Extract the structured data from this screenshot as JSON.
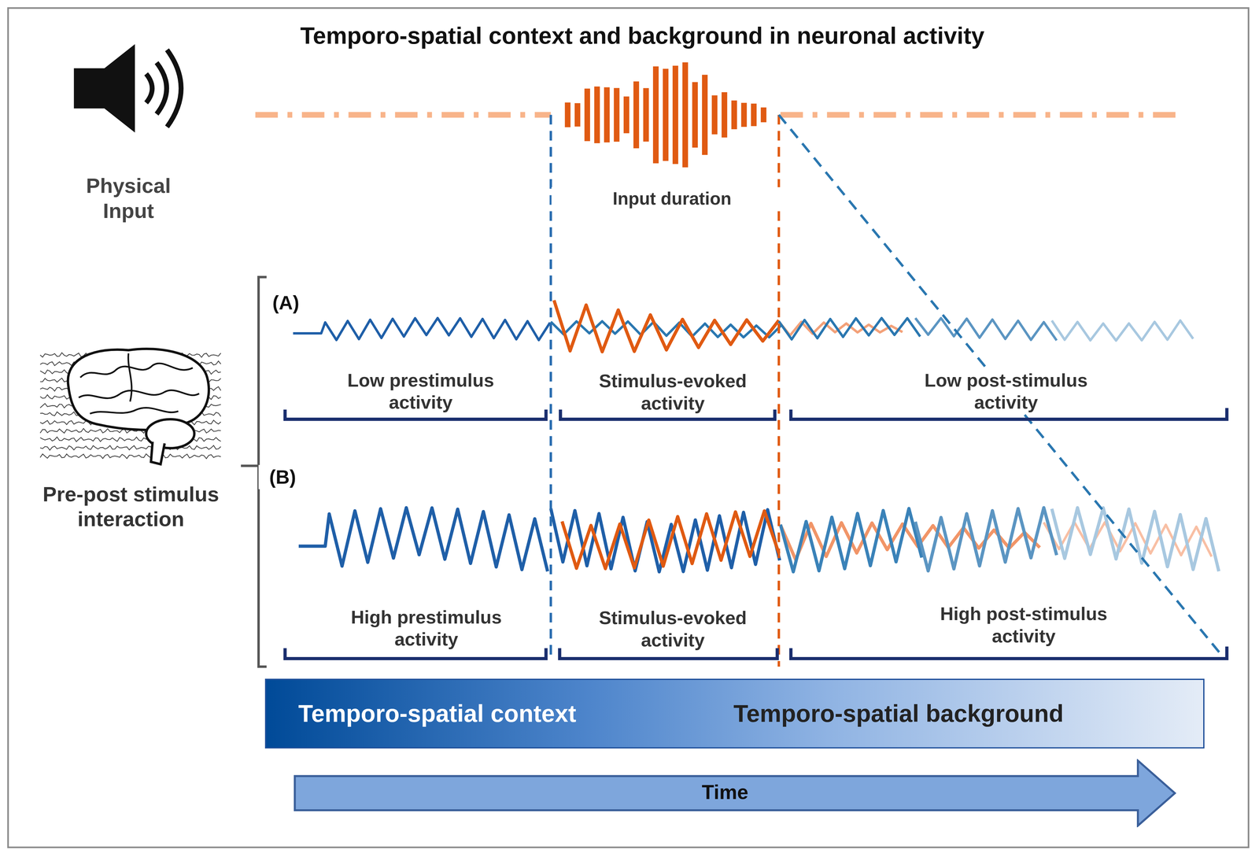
{
  "diagram": {
    "title": "Temporo-spatial context and background in neuronal activity",
    "nodes": [
      {
        "text": [
          "Temporo-spatial context",
          "Temporo-spatial background"
        ]
      },
      {
        "text": [
          "Time"
        ]
      }
    ],
    "labels": [
      "Physical Input",
      "Input duration",
      "(A)",
      "Low prestimulus activity",
      "Stimulus-evoked activity",
      "Low post-stimulus activity",
      "Pre-post stimulus interaction",
      "(B)",
      "High prestimulus activity",
      "Stimulus-evoked activity",
      "High post-stimulus activity"
    ]
  }
}
